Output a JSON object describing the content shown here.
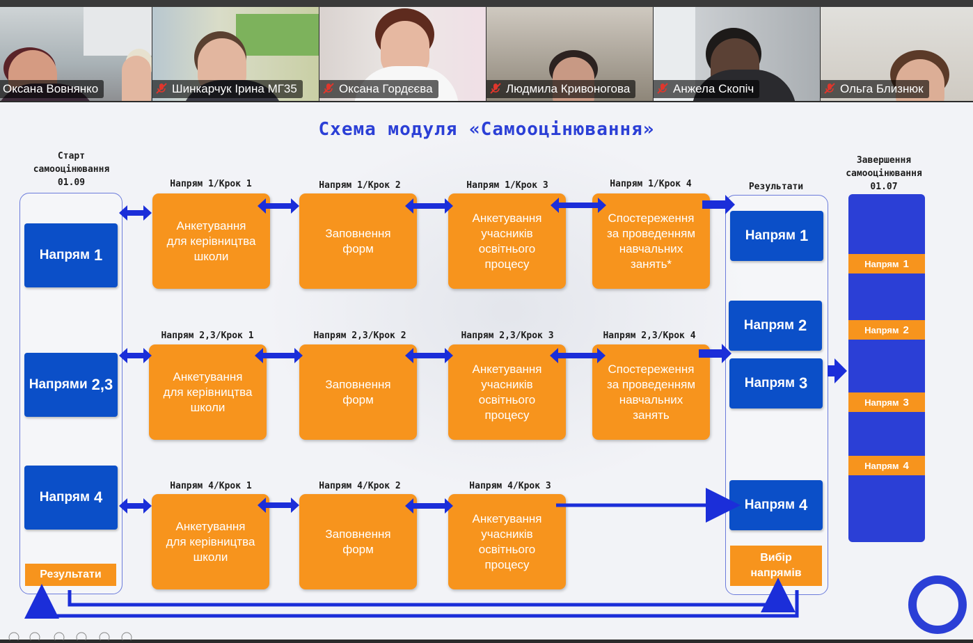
{
  "participants": [
    {
      "name": "Оксана Вовнянко",
      "muted": false
    },
    {
      "name": "Шинкарчук Ірина МГ35",
      "muted": true
    },
    {
      "name": "Оксана Гордєєва",
      "muted": true
    },
    {
      "name": "Людмила Кривоногова",
      "muted": true
    },
    {
      "name": "Анжела Скопіч",
      "muted": true
    },
    {
      "name": "Ольга Близнюк",
      "muted": true
    }
  ],
  "slide": {
    "title": "Схема модуля «Самооцінювання»",
    "start": {
      "line1": "Старт",
      "line2": "самооцінювання",
      "line3": "01.09"
    },
    "results_header": "Результати",
    "end": {
      "line1": "Завершення",
      "line2": "самооцінювання",
      "line3": "01.07"
    },
    "start_dirs": [
      {
        "word": "Напрям",
        "num": "1"
      },
      {
        "word": "Напрями",
        "num": "2,3"
      },
      {
        "word": "Напрям",
        "num": "4"
      }
    ],
    "start_results_btn": "Результати",
    "rows": [
      {
        "steps": [
          "Напрям 1/Крок 1",
          "Напрям 1/Крок 2",
          "Напрям 1/Крок 3",
          "Напрям 1/Крок 4"
        ],
        "boxes": [
          [
            "Анкетування",
            "для керівництва",
            "школи"
          ],
          [
            "Заповнення",
            "форм"
          ],
          [
            "Анкетування",
            "учасників",
            "освітнього",
            "процесу"
          ],
          [
            "Спостереження",
            "за проведенням",
            "навчальних",
            "занять*"
          ]
        ]
      },
      {
        "steps": [
          "Напрям 2,3/Крок 1",
          "Напрям 2,3/Крок 2",
          "Напрям 2,3/Крок 3",
          "Напрям 2,3/Крок 4"
        ],
        "boxes": [
          [
            "Анкетування",
            "для керівництва",
            "школи"
          ],
          [
            "Заповнення",
            "форм"
          ],
          [
            "Анкетування",
            "учасників",
            "освітнього",
            "процесу"
          ],
          [
            "Спостереження",
            "за проведенням",
            "навчальних",
            "занять"
          ]
        ]
      },
      {
        "steps": [
          "Напрям 4/Крок 1",
          "Напрям 4/Крок 2",
          "Напрям 4/Крок 3"
        ],
        "boxes": [
          [
            "Анкетування",
            "для керівництва",
            "школи"
          ],
          [
            "Заповнення",
            "форм"
          ],
          [
            "Анкетування",
            "учасників",
            "освітнього",
            "процесу"
          ]
        ]
      }
    ],
    "results": [
      {
        "word": "Напрям",
        "num": "1"
      },
      {
        "word": "Напрям",
        "num": "2"
      },
      {
        "word": "Напрям",
        "num": "3"
      },
      {
        "word": "Напрям",
        "num": "4"
      }
    ],
    "choose_btn": {
      "line1": "Вибір",
      "line2": "напрямів"
    },
    "end_tags": [
      {
        "word": "Напрям",
        "num": "1"
      },
      {
        "word": "Напрям",
        "num": "2"
      },
      {
        "word": "Напрям",
        "num": "3"
      },
      {
        "word": "Напрям",
        "num": "4"
      }
    ],
    "colors": {
      "blue": "#0b4fc8",
      "orange": "#f7941d",
      "accent": "#2b3fd6"
    }
  }
}
